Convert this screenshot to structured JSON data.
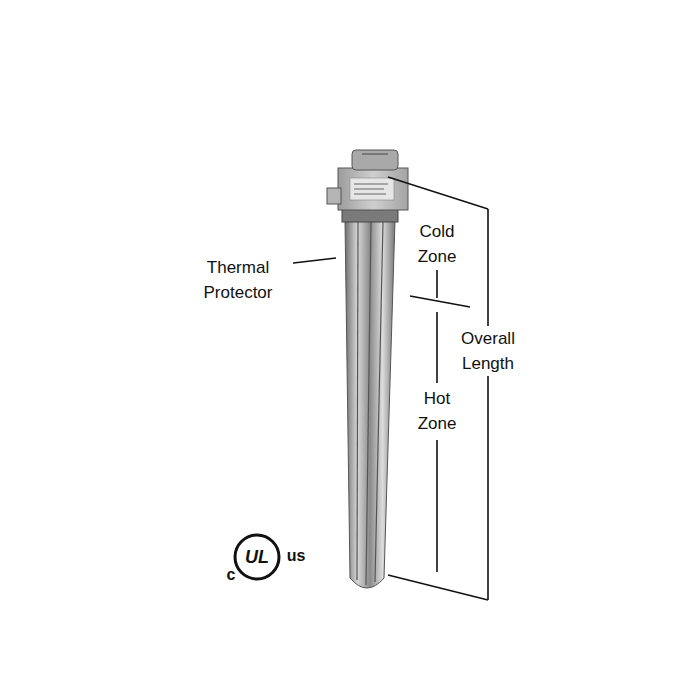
{
  "diagram": {
    "labels": [
      "Thermal Protector",
      "Cold Zone",
      "Hot Zone",
      "Overall Length",
      "c",
      "UL",
      "us"
    ]
  }
}
